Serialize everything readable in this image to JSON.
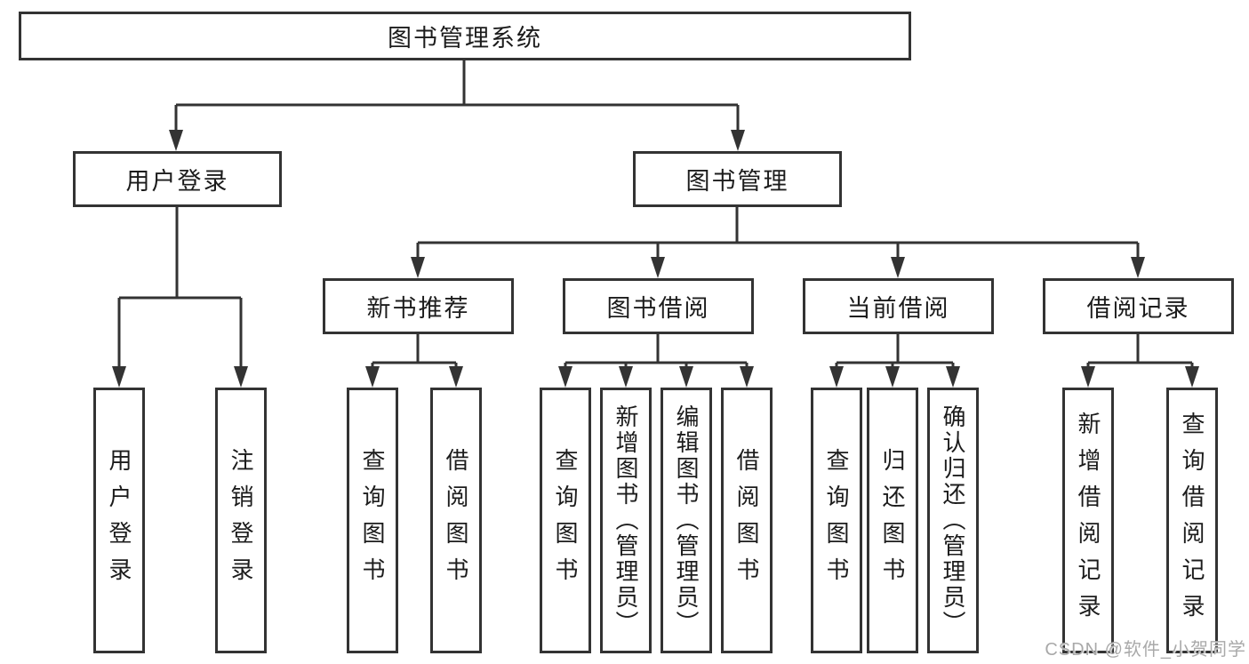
{
  "nodes": {
    "root": "图书管理系统",
    "user_login": "用户登录",
    "book_mgmt": "图书管理",
    "new_book_rec": "新书推荐",
    "book_borrow": "图书借阅",
    "current_borrow": "当前借阅",
    "borrow_record": "借阅记录",
    "ul_user_login": "用户登录",
    "ul_logout": "注销登录",
    "nb_query_book": "查询图书",
    "nb_borrow_book": "借阅图书",
    "bb_query_book": "查询图书",
    "bb_add_book": "新增图书（管理员）",
    "bb_edit_book": "编辑图书（管理员）",
    "bb_borrow_book": "借阅图书",
    "cb_query_book": "查询图书",
    "cb_return_book": "归还图书",
    "cb_confirm_return": "确认归还（管理员）",
    "br_add_record": "新增借阅记录",
    "br_query_record": "查询借阅记录"
  },
  "hierarchy": {
    "root": "图书管理系统",
    "children": [
      {
        "label": "用户登录",
        "children": [
          "用户登录",
          "注销登录"
        ]
      },
      {
        "label": "图书管理",
        "children": [
          {
            "label": "新书推荐",
            "children": [
              "查询图书",
              "借阅图书"
            ]
          },
          {
            "label": "图书借阅",
            "children": [
              "查询图书",
              "新增图书（管理员）",
              "编辑图书（管理员）",
              "借阅图书"
            ]
          },
          {
            "label": "当前借阅",
            "children": [
              "查询图书",
              "归还图书",
              "确认归还（管理员）"
            ]
          },
          {
            "label": "借阅记录",
            "children": [
              "新增借阅记录",
              "查询借阅记录"
            ]
          }
        ]
      }
    ]
  },
  "watermark": "CSDN @软件_小贺同学",
  "colors": {
    "line": "#333333",
    "box_border": "#333333",
    "text": "#1c1c1c",
    "watermark": "#a9a9a9",
    "background": "#ffffff"
  }
}
